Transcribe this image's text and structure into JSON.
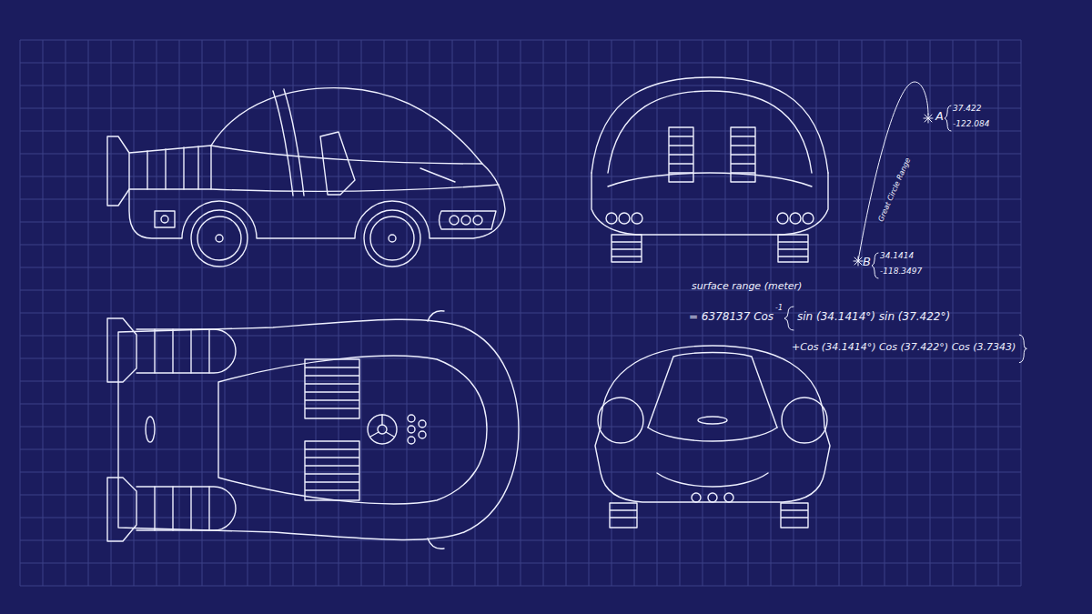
{
  "diagram": {
    "labels": [
      "A",
      "37.422",
      "-122.084",
      "B",
      "34.1414",
      "-118.3497",
      "Great Circle Range",
      "surface range (meter)",
      "= 6378137 Cos",
      "-1",
      "sin (34.1414°) sin (37.422°)",
      "+Cos (34.1414°) Cos (37.422°) Cos (3.7343)"
    ]
  }
}
